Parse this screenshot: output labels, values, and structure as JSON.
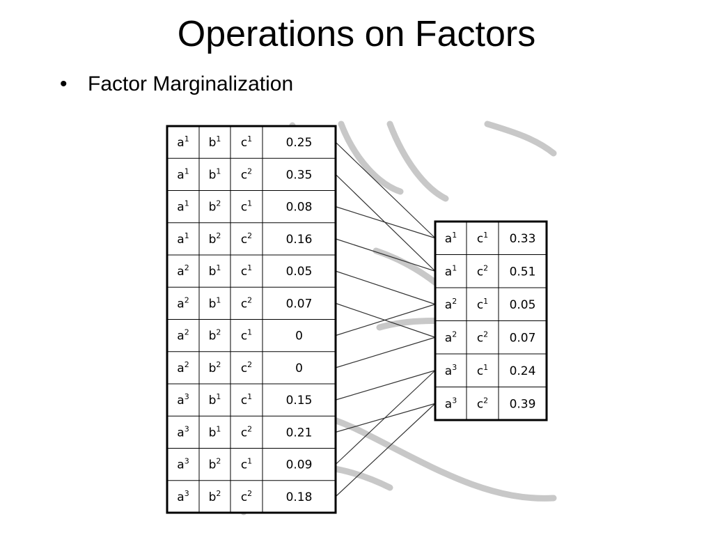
{
  "slide": {
    "title": "Operations on Factors",
    "bullet": "Factor Marginalization"
  },
  "source_factor": {
    "rows": [
      {
        "a": [
          "a",
          "1"
        ],
        "b": [
          "b",
          "1"
        ],
        "c": [
          "c",
          "1"
        ],
        "value": "0.25"
      },
      {
        "a": [
          "a",
          "1"
        ],
        "b": [
          "b",
          "1"
        ],
        "c": [
          "c",
          "2"
        ],
        "value": "0.35"
      },
      {
        "a": [
          "a",
          "1"
        ],
        "b": [
          "b",
          "2"
        ],
        "c": [
          "c",
          "1"
        ],
        "value": "0.08"
      },
      {
        "a": [
          "a",
          "1"
        ],
        "b": [
          "b",
          "2"
        ],
        "c": [
          "c",
          "2"
        ],
        "value": "0.16"
      },
      {
        "a": [
          "a",
          "2"
        ],
        "b": [
          "b",
          "1"
        ],
        "c": [
          "c",
          "1"
        ],
        "value": "0.05"
      },
      {
        "a": [
          "a",
          "2"
        ],
        "b": [
          "b",
          "1"
        ],
        "c": [
          "c",
          "2"
        ],
        "value": "0.07"
      },
      {
        "a": [
          "a",
          "2"
        ],
        "b": [
          "b",
          "2"
        ],
        "c": [
          "c",
          "1"
        ],
        "value": "0"
      },
      {
        "a": [
          "a",
          "2"
        ],
        "b": [
          "b",
          "2"
        ],
        "c": [
          "c",
          "2"
        ],
        "value": "0"
      },
      {
        "a": [
          "a",
          "3"
        ],
        "b": [
          "b",
          "1"
        ],
        "c": [
          "c",
          "1"
        ],
        "value": "0.15"
      },
      {
        "a": [
          "a",
          "3"
        ],
        "b": [
          "b",
          "1"
        ],
        "c": [
          "c",
          "2"
        ],
        "value": "0.21"
      },
      {
        "a": [
          "a",
          "3"
        ],
        "b": [
          "b",
          "2"
        ],
        "c": [
          "c",
          "1"
        ],
        "value": "0.09"
      },
      {
        "a": [
          "a",
          "3"
        ],
        "b": [
          "b",
          "2"
        ],
        "c": [
          "c",
          "2"
        ],
        "value": "0.18"
      }
    ]
  },
  "result_factor": {
    "rows": [
      {
        "a": [
          "a",
          "1"
        ],
        "c": [
          "c",
          "1"
        ],
        "value": "0.33"
      },
      {
        "a": [
          "a",
          "1"
        ],
        "c": [
          "c",
          "2"
        ],
        "value": "0.51"
      },
      {
        "a": [
          "a",
          "2"
        ],
        "c": [
          "c",
          "1"
        ],
        "value": "0.05"
      },
      {
        "a": [
          "a",
          "2"
        ],
        "c": [
          "c",
          "2"
        ],
        "value": "0.07"
      },
      {
        "a": [
          "a",
          "3"
        ],
        "c": [
          "c",
          "1"
        ],
        "value": "0.24"
      },
      {
        "a": [
          "a",
          "3"
        ],
        "c": [
          "c",
          "2"
        ],
        "value": "0.39"
      }
    ]
  },
  "connections": [
    0,
    1,
    0,
    1,
    2,
    3,
    2,
    3,
    4,
    5,
    4,
    5
  ],
  "colors": {
    "table_border": "#000000",
    "connector": "#333333",
    "watermark": "#c8c8c8"
  }
}
